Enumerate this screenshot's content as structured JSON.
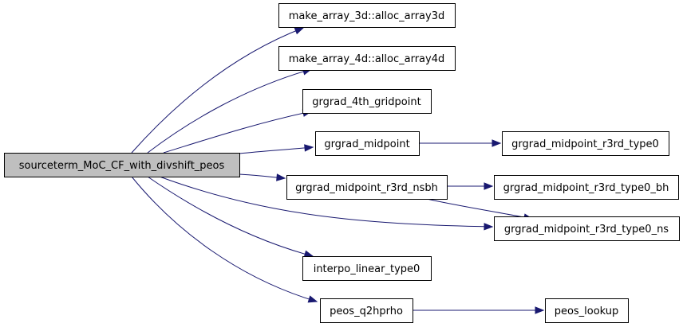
{
  "nodes": [
    {
      "id": "root",
      "label": "sourceterm_MoC_CF_with_divshift_peos",
      "root": true
    },
    {
      "id": "n1",
      "label": "make_array_3d::alloc_array3d"
    },
    {
      "id": "n2",
      "label": "make_array_4d::alloc_array4d"
    },
    {
      "id": "n3",
      "label": "grgrad_4th_gridpoint"
    },
    {
      "id": "n4",
      "label": "grgrad_midpoint"
    },
    {
      "id": "n5",
      "label": "grgrad_midpoint_r3rd_type0"
    },
    {
      "id": "n6",
      "label": "grgrad_midpoint_r3rd_nsbh"
    },
    {
      "id": "n7",
      "label": "grgrad_midpoint_r3rd_type0_bh"
    },
    {
      "id": "n8",
      "label": "grgrad_midpoint_r3rd_type0_ns"
    },
    {
      "id": "n9",
      "label": "interpo_linear_type0"
    },
    {
      "id": "n10",
      "label": "peos_q2hprho"
    },
    {
      "id": "n11",
      "label": "peos_lookup"
    }
  ],
  "edges": [
    {
      "from": "root",
      "to": "n1"
    },
    {
      "from": "root",
      "to": "n2"
    },
    {
      "from": "root",
      "to": "n3"
    },
    {
      "from": "root",
      "to": "n4"
    },
    {
      "from": "root",
      "to": "n6"
    },
    {
      "from": "root",
      "to": "n8"
    },
    {
      "from": "root",
      "to": "n9"
    },
    {
      "from": "root",
      "to": "n10"
    },
    {
      "from": "n4",
      "to": "n5"
    },
    {
      "from": "n6",
      "to": "n7"
    },
    {
      "from": "n6",
      "to": "n8"
    },
    {
      "from": "n10",
      "to": "n11"
    }
  ],
  "colors": {
    "edge": "#191970",
    "node_border": "#000000",
    "node_fill": "#ffffff",
    "root_fill": "#bfbfbf"
  }
}
